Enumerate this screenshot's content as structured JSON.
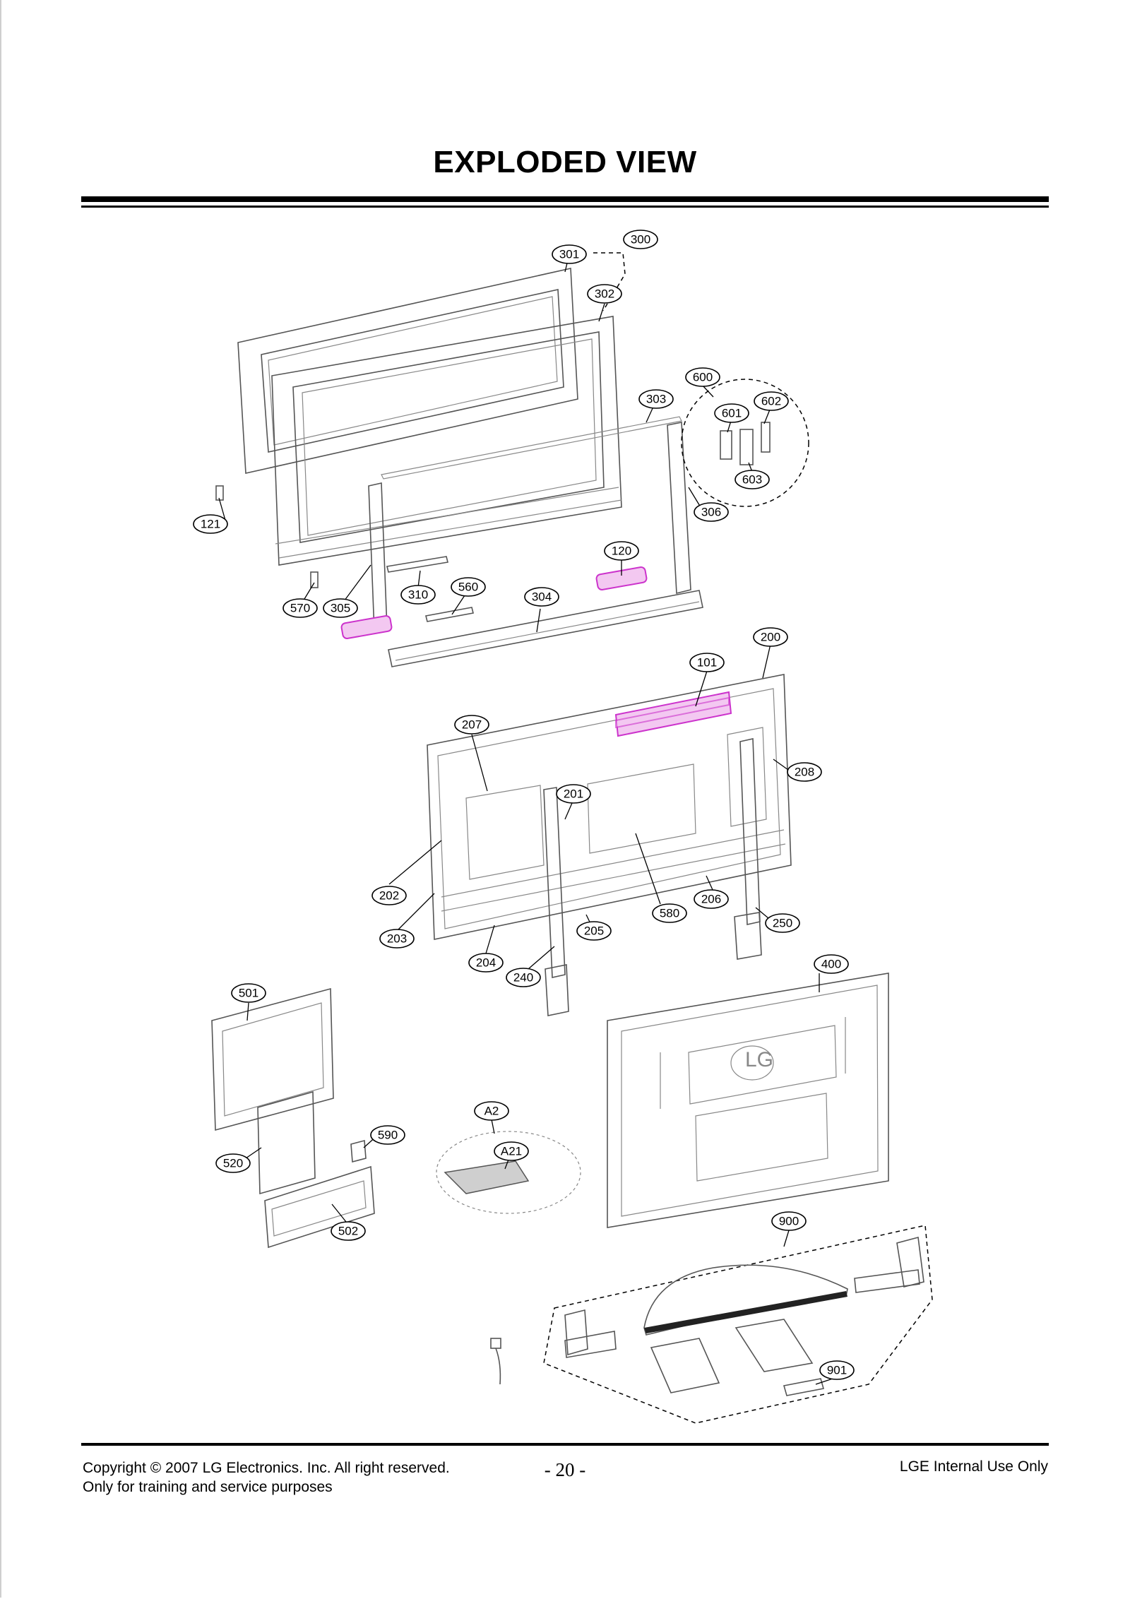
{
  "page": {
    "title": "EXPLODED VIEW",
    "footer_copyright": "Copyright © 2007 LG Electronics. Inc. All right reserved.",
    "footer_purpose": "Only for training and service purposes",
    "page_number": "- 20 -",
    "footer_right": "LGE Internal Use Only"
  },
  "logo_text": "LG",
  "callouts": [
    "300",
    "301",
    "302",
    "303",
    "600",
    "601",
    "602",
    "603",
    "306",
    "121",
    "120",
    "310",
    "560",
    "570",
    "305",
    "304",
    "200",
    "101",
    "207",
    "208",
    "201",
    "202",
    "206",
    "580",
    "203",
    "205",
    "250",
    "204",
    "240",
    "400",
    "501",
    "590",
    "A2",
    "A21",
    "520",
    "502",
    "900",
    "901"
  ],
  "colors": {
    "highlight": "#cc33cc",
    "highlight_fill": "#f3c8f1",
    "line": "#555555"
  }
}
